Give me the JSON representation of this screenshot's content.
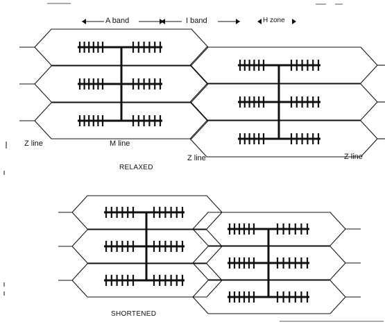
{
  "labels": {
    "a_band": "A band",
    "i_band": "I band",
    "h_zone": "H zone",
    "z_line_left": "Z line",
    "m_line": "M line",
    "z_line_mid": "Z line",
    "z_line_right": "Z line"
  },
  "captions": {
    "relaxed": "RELAXED",
    "shortened": "SHORTENED"
  }
}
